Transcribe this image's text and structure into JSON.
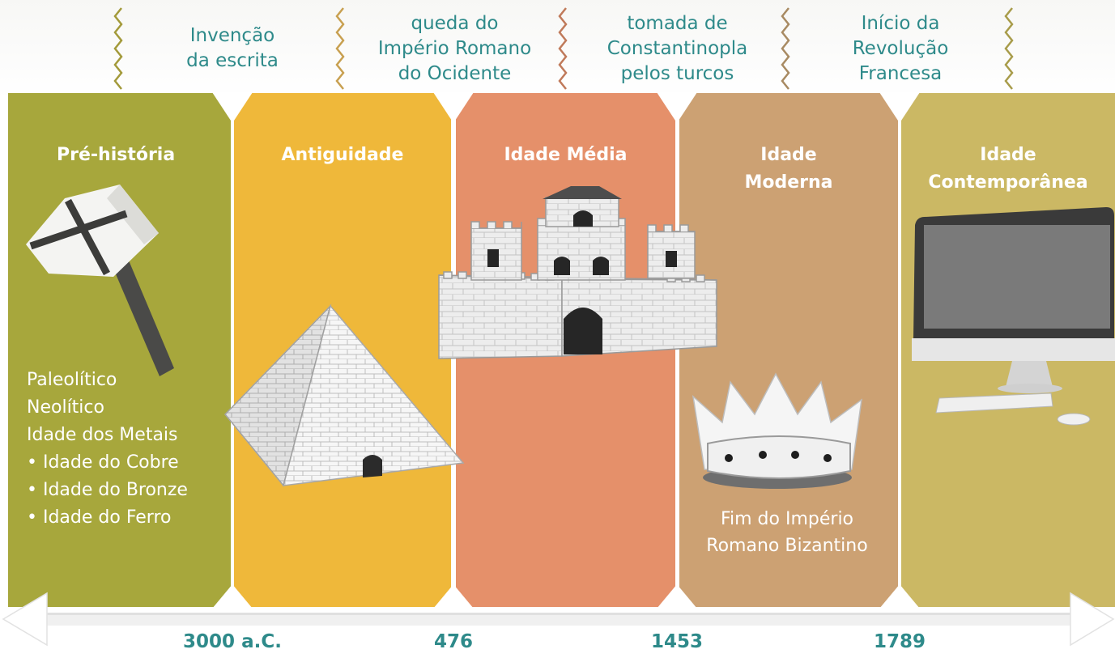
{
  "colors": {
    "prehistory": "#a7a73c",
    "antiquity": "#efb83a",
    "middle_ages": "#e5906a",
    "modern": "#cca173",
    "contemporary": "#cbb864",
    "teal_text": "#2e8a8a"
  },
  "periods": [
    {
      "title": "Pré-história",
      "icon": "hammer-icon"
    },
    {
      "title": "Antiguidade",
      "icon": "pyramid-icon"
    },
    {
      "title": "Idade Média",
      "icon": "castle-icon"
    },
    {
      "title": "Idade\nModerna",
      "icon": "crown-icon"
    },
    {
      "title": "Idade\nContemporânea",
      "icon": "computer-icon"
    }
  ],
  "prehistory_subdivisions": [
    "Paleolítico",
    "Neolítico",
    "Idade dos Metais",
    "• Idade do Cobre",
    "• Idade do Bronze",
    "• Idade do Ferro"
  ],
  "events": [
    "Invenção\nda escrita",
    "queda do\nImpério Romano\ndo Ocidente",
    "tomada de\nConstantinopla\npelos turcos",
    "Início da\nRevolução\nFrancesa"
  ],
  "modern_note": "Fim do Império\nRomano Bizantino",
  "years": [
    "3000 a.C.",
    "476",
    "1453",
    "1789"
  ]
}
